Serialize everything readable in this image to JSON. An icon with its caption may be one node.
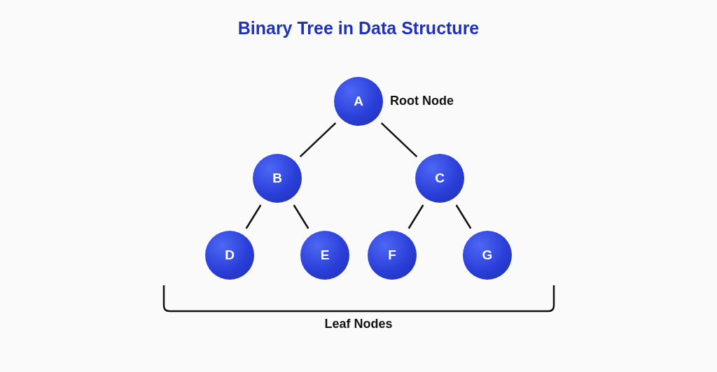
{
  "diagram": {
    "title": "Binary Tree in Data Structure",
    "nodes": [
      {
        "text": [
          "A"
        ],
        "beside": [
          "Root Node"
        ]
      },
      {
        "text": [
          "B"
        ]
      },
      {
        "text": [
          "C"
        ]
      },
      {
        "text": [
          "D"
        ]
      },
      {
        "text": [
          "E"
        ]
      },
      {
        "text": [
          "F"
        ]
      },
      {
        "text": [
          "G"
        ]
      }
    ],
    "edges": [
      {
        "from": 0,
        "to": 1,
        "arrow": "none"
      },
      {
        "from": 0,
        "to": 2,
        "arrow": "none"
      },
      {
        "from": 1,
        "to": 3,
        "arrow": "none"
      },
      {
        "from": 1,
        "to": 4,
        "arrow": "none"
      },
      {
        "from": 2,
        "to": 5,
        "arrow": "none"
      },
      {
        "from": 2,
        "to": 6,
        "arrow": "none"
      }
    ],
    "labels": [
      "Leaf Nodes"
    ]
  }
}
